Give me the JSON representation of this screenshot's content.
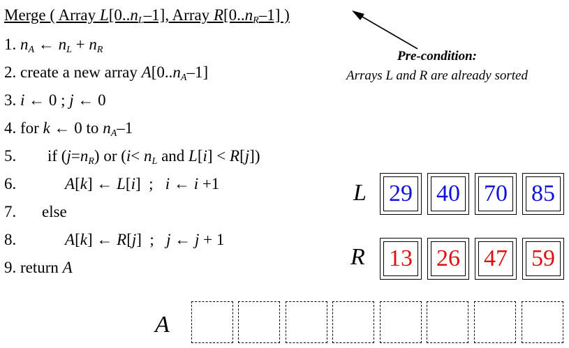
{
  "title": {
    "merge": "Merge ( Array ",
    "L": "L",
    "l_range_pre": "[0..",
    "n": "n",
    "sub_L": "L",
    "l_range_post": "–1], Array ",
    "R": "R",
    "r_range_pre": "[0..",
    "sub_R": "R",
    "r_range_post": "–1] )"
  },
  "pseudocode": {
    "l1": {
      "num": "1. ",
      "n": "n",
      "subA": "A",
      "arrow": " ← ",
      "n2": "n",
      "subL": "L",
      "plus": " + ",
      "n3": "n",
      "subR": "R"
    },
    "l2": {
      "text": "2. create a new array ",
      "A": "A",
      "range": "[0..",
      "n": "n",
      "subA": "A",
      "end": "–1]"
    },
    "l3": {
      "num": "3. ",
      "i": "i",
      "mid": " ← 0 ; ",
      "j": "j",
      "end": " ← 0"
    },
    "l4": {
      "text": "4. for ",
      "k": "k",
      "mid": " ← 0 to ",
      "n": "n",
      "subA": "A",
      "end": "–1"
    },
    "l5": {
      "num": "5.",
      "p1": "if (",
      "j": "j",
      "p2": "=",
      "n": "n",
      "subR": "R",
      "p3": ") or (",
      "i": "i",
      "p4": "< ",
      "n2": "n",
      "subL": "L",
      "p5": " and ",
      "L": "L",
      "p6": "[",
      "i2": "i",
      "p7": "] < ",
      "R": "R",
      "p8": "[",
      "j2": "j",
      "p9": "])"
    },
    "l6": {
      "num": "6.",
      "A": "A",
      "p1": "[",
      "k": "k",
      "p2": "] ← ",
      "L": "L",
      "p3": "[",
      "i": "i",
      "p4": "]  ;   ",
      "i2": "i",
      "p5": " ← ",
      "i3": "i",
      "p6": " +1"
    },
    "l7": {
      "num": "7.",
      "text": "else"
    },
    "l8": {
      "num": "8.",
      "A": "A",
      "p1": "[",
      "k": "k",
      "p2": "] ← ",
      "R": "R",
      "p3": "[",
      "j": "j",
      "p4": "]  ;   ",
      "j2": "j",
      "p5": " ← ",
      "j3": "j",
      "p6": " + 1"
    },
    "l9": {
      "text": "9.  return ",
      "A": "A"
    }
  },
  "precondition": {
    "title": "Pre-condition:",
    "body": "Arrays L and R are already sorted"
  },
  "arrays": {
    "L": {
      "name": "L",
      "values": [
        "29",
        "40",
        "70",
        "85"
      ],
      "color": "#1010e0"
    },
    "R": {
      "name": "R",
      "values": [
        "13",
        "26",
        "47",
        "59"
      ],
      "color": "#e01010"
    },
    "A": {
      "name": "A",
      "slots": 8
    }
  }
}
